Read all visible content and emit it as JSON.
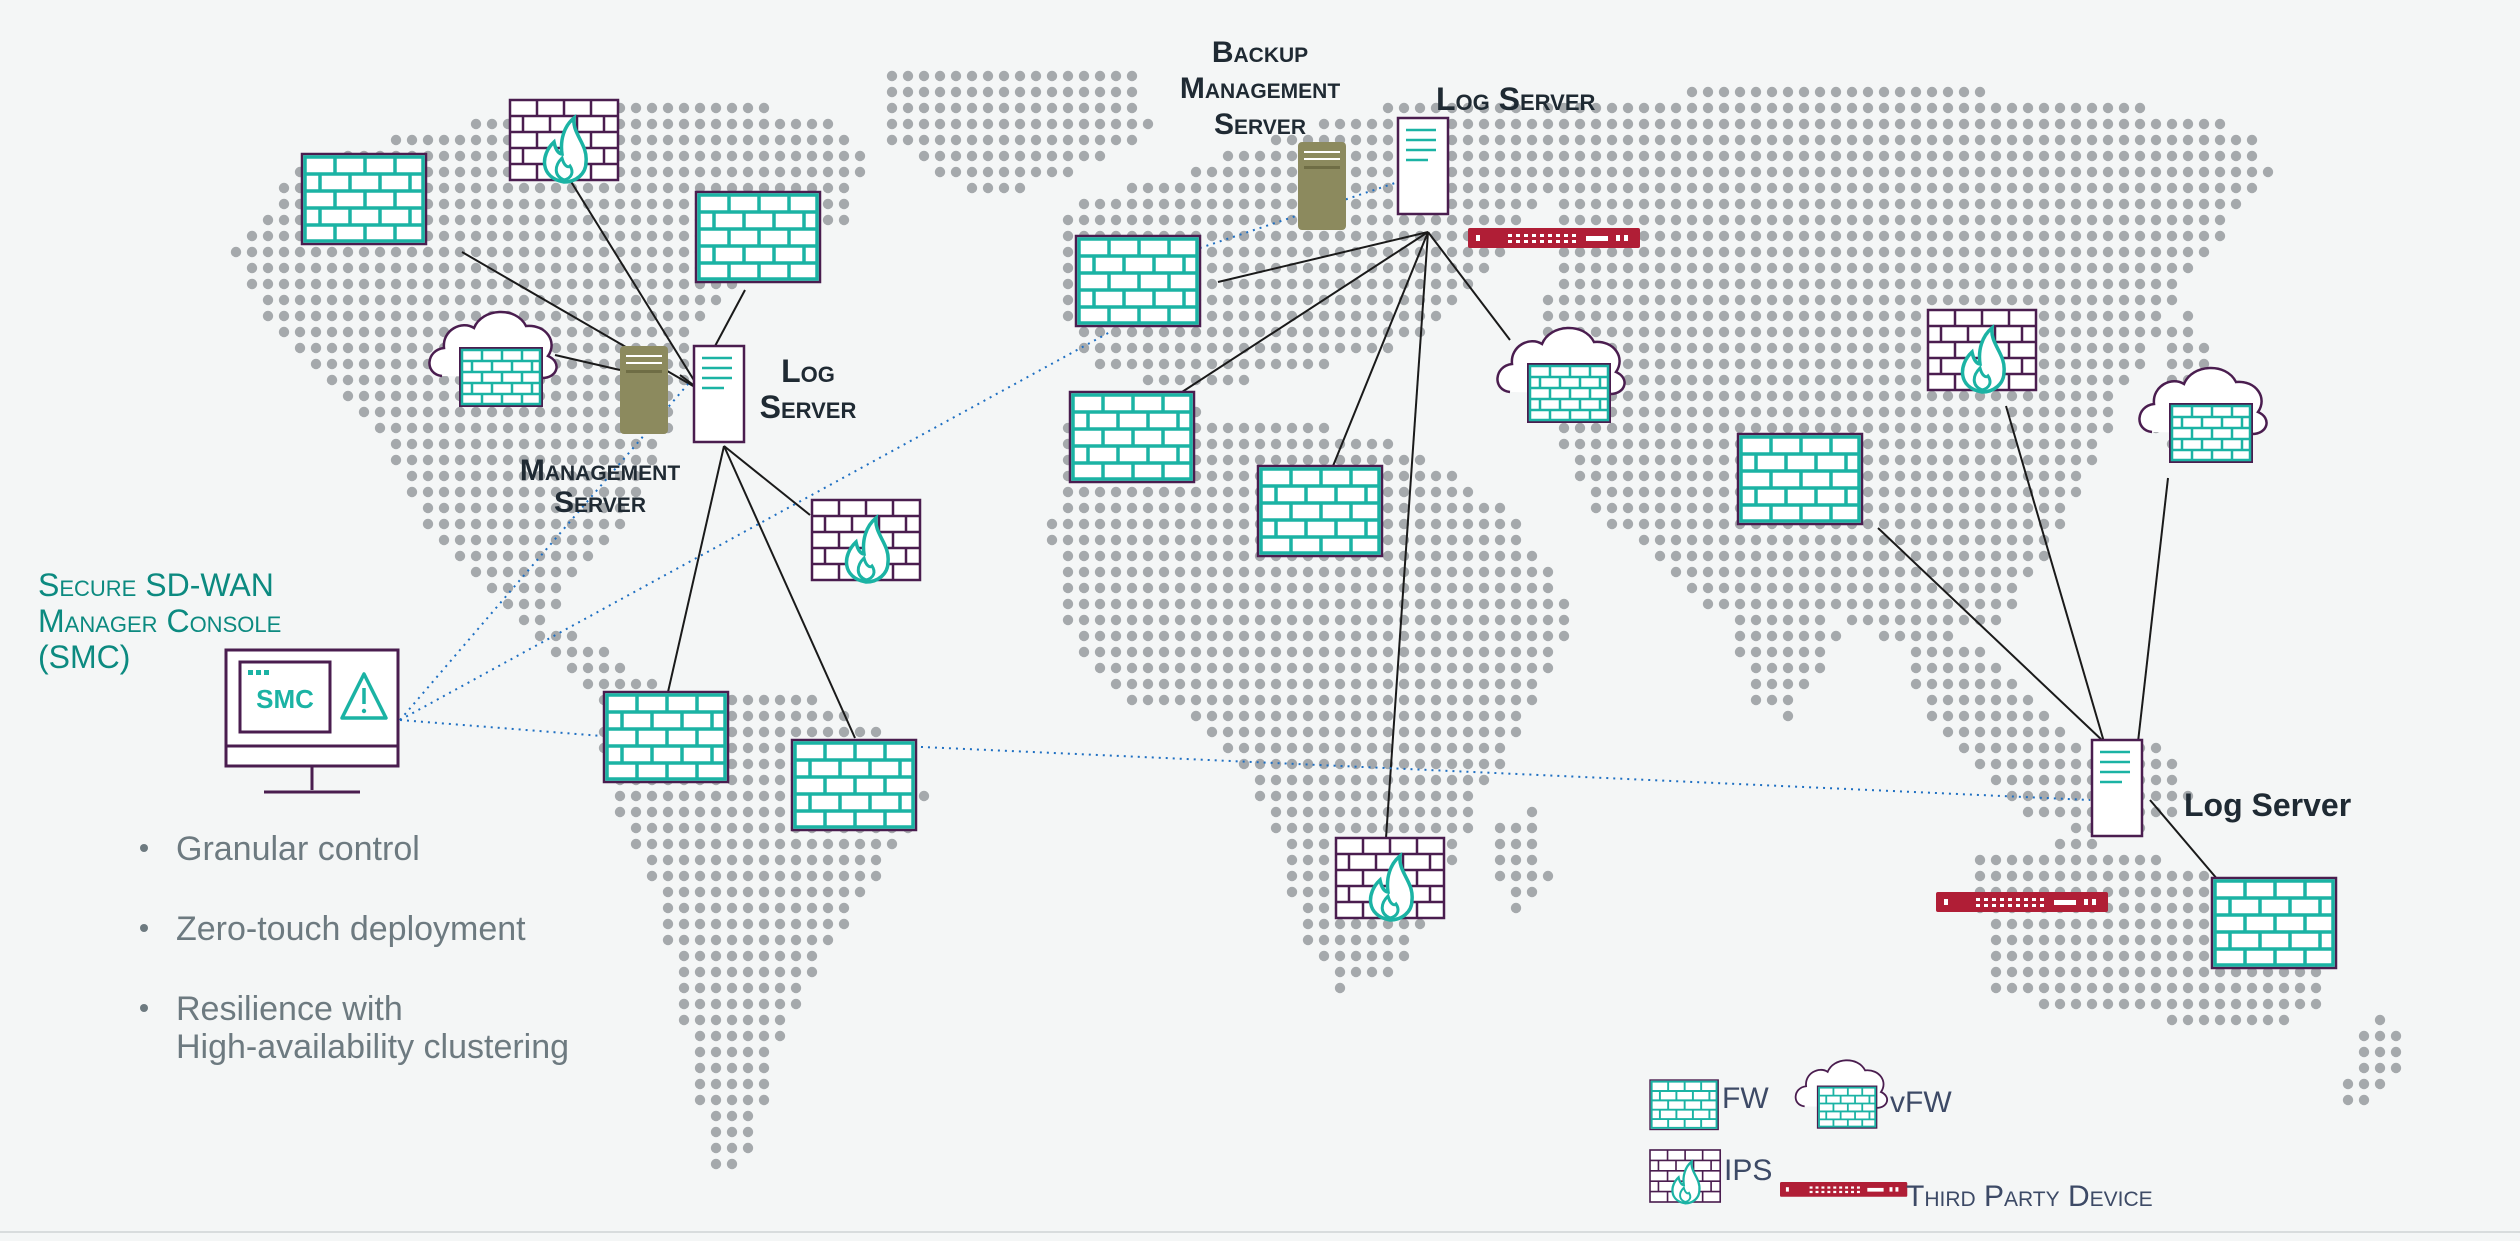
{
  "colors": {
    "background": "#f4f6f6",
    "dots": "#a5a9ac",
    "firewall_teal": "#1bb3a4",
    "purple": "#4a1d4f",
    "mgmt_olive": "#8c8a5e",
    "third_party_red": "#b01e36",
    "link_black": "#1a1a1a",
    "link_blue": "#1e6fc2",
    "teal_text": "#0c8a80"
  },
  "labels": {
    "mgmt_server_line1": "Management",
    "mgmt_server_line2": "Server",
    "log_server_west_line1": "Log",
    "log_server_west_line2": "Server",
    "backup_line1": "Backup",
    "backup_line2": "Management",
    "backup_line3": "Server",
    "log_server_europe": "Log Server",
    "log_server_asia": "Log Server",
    "smc_line1": "Secure SD-WAN",
    "smc_line2": "Manager Console",
    "smc_line3": "(SMC)",
    "smc_screen": "SMC"
  },
  "bullets": [
    "Granular control",
    "Zero-touch deployment",
    "Resilience with",
    "High-availability clustering"
  ],
  "legend": {
    "fw": "FW",
    "vfw": "vFW",
    "ips": "IPS",
    "third_party": "Third Party Device"
  },
  "icons": {
    "firewall": "brick-wall-icon",
    "ips": "flame-firewall-icon",
    "vfw": "cloud-firewall-icon",
    "server": "log-server-icon",
    "management": "management-server-icon",
    "third_party": "rack-appliance-icon",
    "console": "monitor-console-icon",
    "warning": "warning-triangle-icon"
  }
}
